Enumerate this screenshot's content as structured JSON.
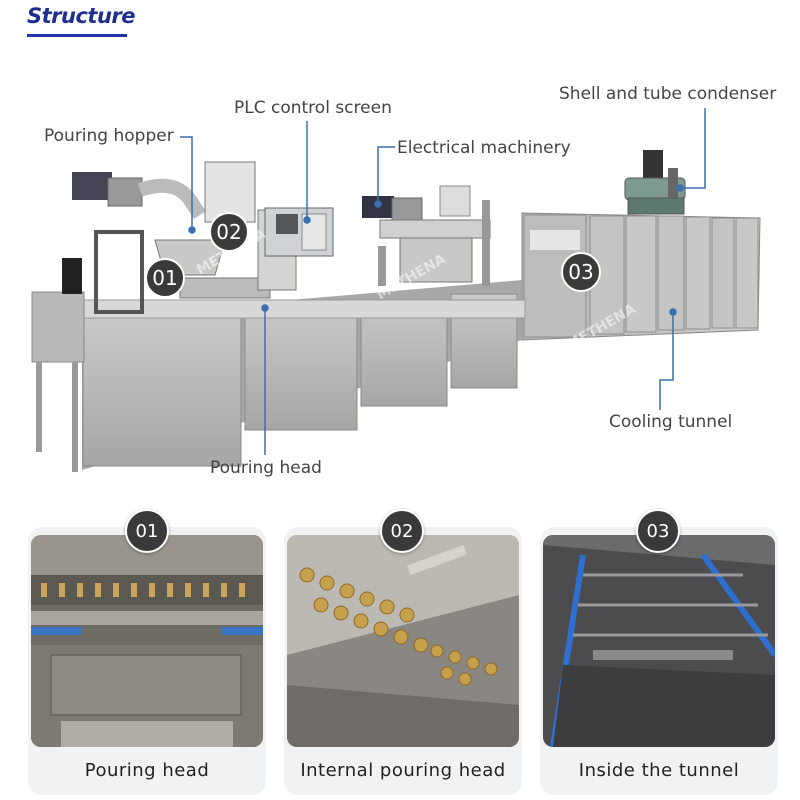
{
  "header": {
    "title": "Structure"
  },
  "callouts": {
    "pouring_hopper": "Pouring hopper",
    "plc_screen": "PLC control screen",
    "electrical_machinery": "Electrical machinery",
    "condenser": "Shell and tube condenser",
    "cooling_tunnel": "Cooling tunnel",
    "pouring_head": "Pouring head"
  },
  "machine_badges": [
    "01",
    "02",
    "03"
  ],
  "cards": [
    {
      "number": "01",
      "caption": "Pouring head"
    },
    {
      "number": "02",
      "caption": "Internal pouring head"
    },
    {
      "number": "03",
      "caption": "Inside the tunnel"
    }
  ],
  "watermark": "METHENA",
  "colors": {
    "accent": "#1f2f8f",
    "callout_line": "#3a6fb0",
    "badge": "#3a3a3a"
  }
}
